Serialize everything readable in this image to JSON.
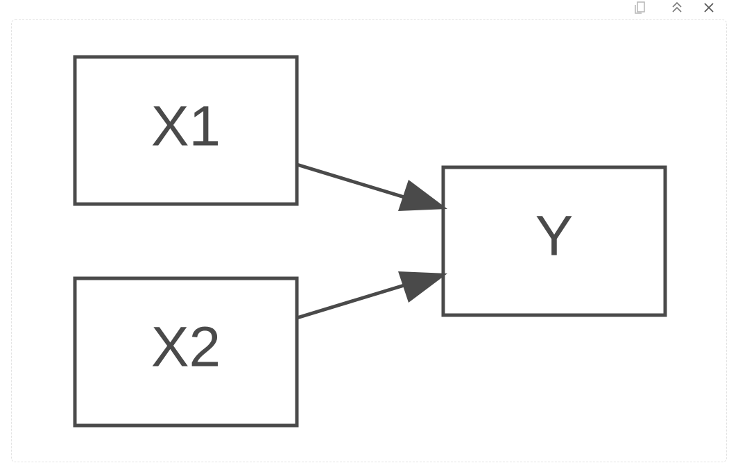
{
  "toolbar": {
    "icons": [
      "copy-icon",
      "collapse-up-icon",
      "close-icon"
    ]
  },
  "diagram": {
    "colors": {
      "stroke": "#4a4a4a",
      "panel_border": "#e3e3e3",
      "toolbar_icon": "#8a8a8a"
    },
    "nodes": [
      {
        "id": "x1",
        "label": "X1"
      },
      {
        "id": "x2",
        "label": "X2"
      },
      {
        "id": "y",
        "label": "Y"
      }
    ],
    "edges": [
      {
        "from": "X1",
        "to": "Y"
      },
      {
        "from": "X2",
        "to": "Y"
      }
    ]
  }
}
